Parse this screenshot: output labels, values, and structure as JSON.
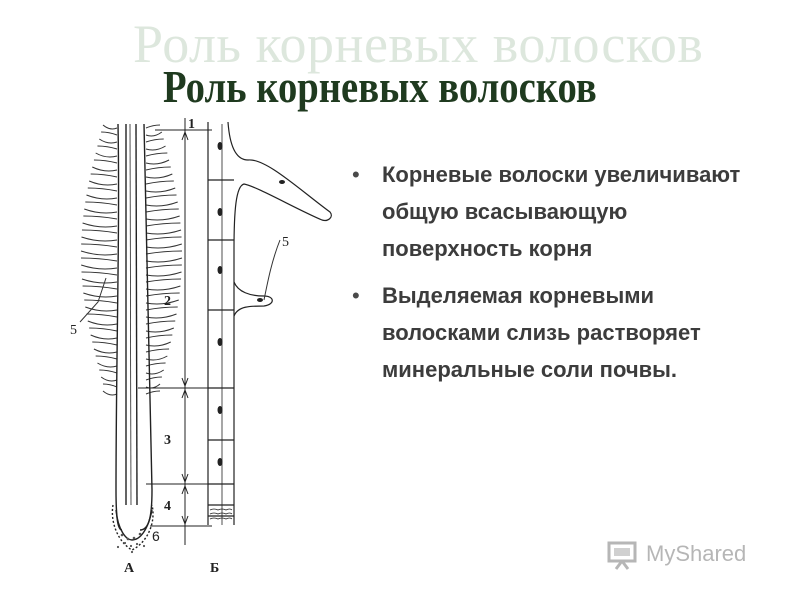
{
  "slide": {
    "title": "Роль корневых волосков",
    "bullets": [
      "Корневые волоски увеличивают общую всасывающую поверхность корня",
      "Выделяемая корневыми волосками слизь растворяет минеральные соли почвы."
    ]
  },
  "figure": {
    "labels": {
      "zone_1": "1",
      "zone_2": "2",
      "zone_3": "3",
      "zone_4": "4",
      "hairs_left": "5",
      "hairs_right": "5",
      "cap": "6",
      "panel_a": "А",
      "panel_b": "Б"
    }
  },
  "watermark": {
    "text": "MyShared"
  },
  "colors": {
    "title": "#1f3a1f",
    "title_echo": "#dde7dd",
    "text": "#3c3c3c",
    "watermark": "#b6b6b6"
  }
}
